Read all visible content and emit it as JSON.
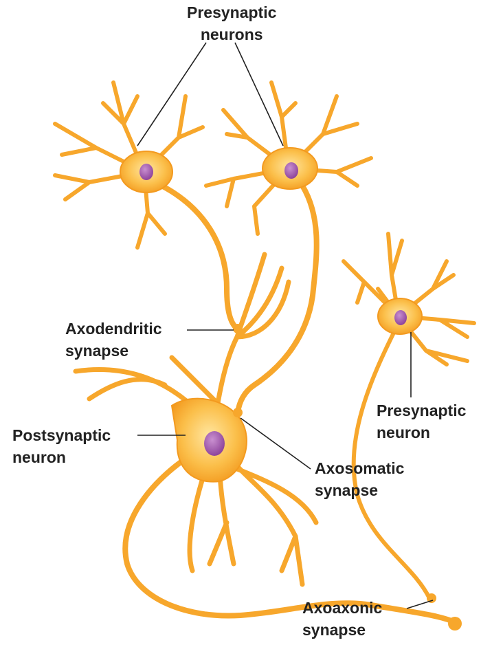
{
  "labels": {
    "presynaptic_neurons": [
      "Presynaptic",
      "neurons"
    ],
    "axodendritic": [
      "Axodendritic",
      "synapse"
    ],
    "postsynaptic": [
      "Postsynaptic",
      "neuron"
    ],
    "axosomatic": [
      "Axosomatic",
      "synapse"
    ],
    "presynaptic_neuron": [
      "Presynaptic",
      "neuron"
    ],
    "axoaxonic": [
      "Axoaxonic",
      "synapse"
    ]
  },
  "colors": {
    "neuron": "#f7a72c",
    "neuron_light": "#fdd27a",
    "nucleus": "#9b4fa6",
    "line": "#222222"
  }
}
